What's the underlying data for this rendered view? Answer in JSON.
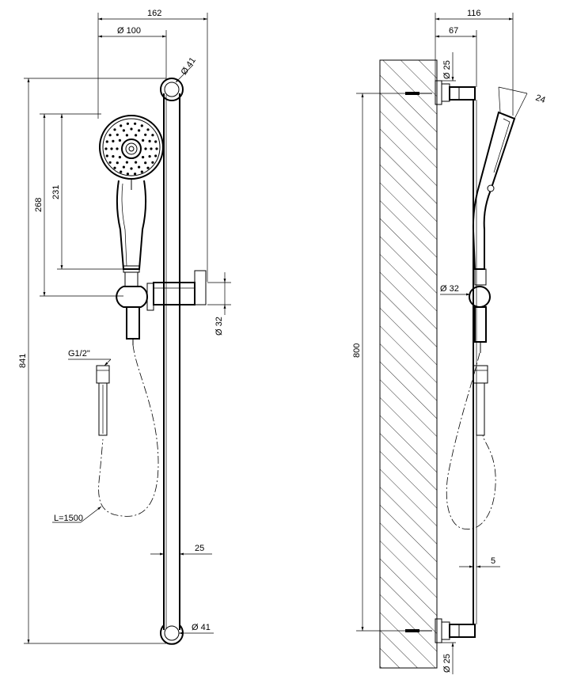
{
  "front_view": {
    "dims": {
      "overall_width": "162",
      "head_diameter": "Ø 100",
      "bracket_diameter_top": "Ø 41",
      "height_268": "268",
      "height_231": "231",
      "slider_diameter": "Ø 32",
      "connector_thread": "G1/2\"",
      "hose_length": "L=1500",
      "rail_width": "25",
      "bracket_diameter_bottom": "Ø 41",
      "overall_height": "841"
    }
  },
  "side_view": {
    "dims": {
      "overall_depth": "116",
      "rail_offset": "67",
      "bracket_diameter_top": "Ø 25",
      "handle_width": "24",
      "mount_height": "800",
      "slider_diameter": "Ø 32",
      "rail_gap": "5",
      "bracket_diameter_bottom": "Ø 25"
    }
  }
}
